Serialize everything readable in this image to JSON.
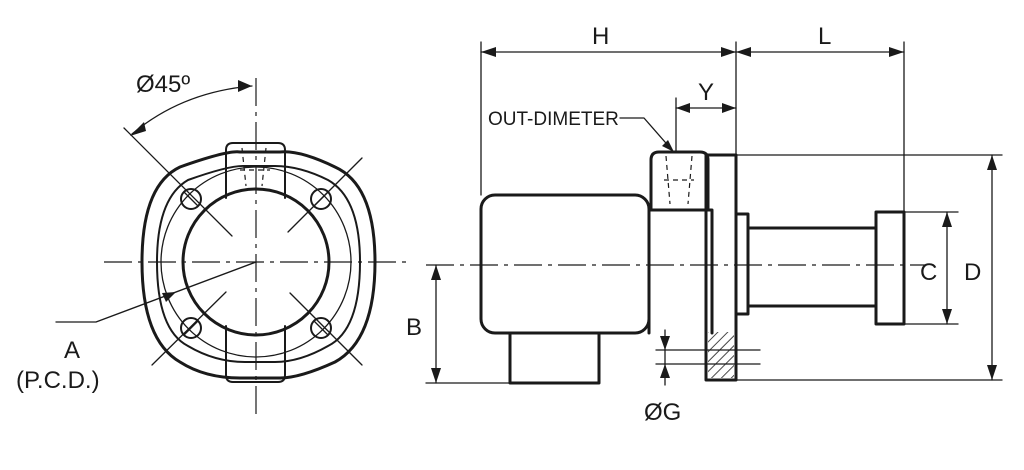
{
  "front_view": {
    "angle_label": "Ø45º",
    "pcd_label_line1": "A",
    "pcd_label_line2": "(P.C.D.)"
  },
  "side_view": {
    "dim_h": "H",
    "dim_l": "L",
    "dim_y": "Y",
    "out_diameter_label": "OUT-DIMETER",
    "dim_b": "B",
    "dim_c": "C",
    "dim_d": "D",
    "dim_g": "ØG"
  }
}
